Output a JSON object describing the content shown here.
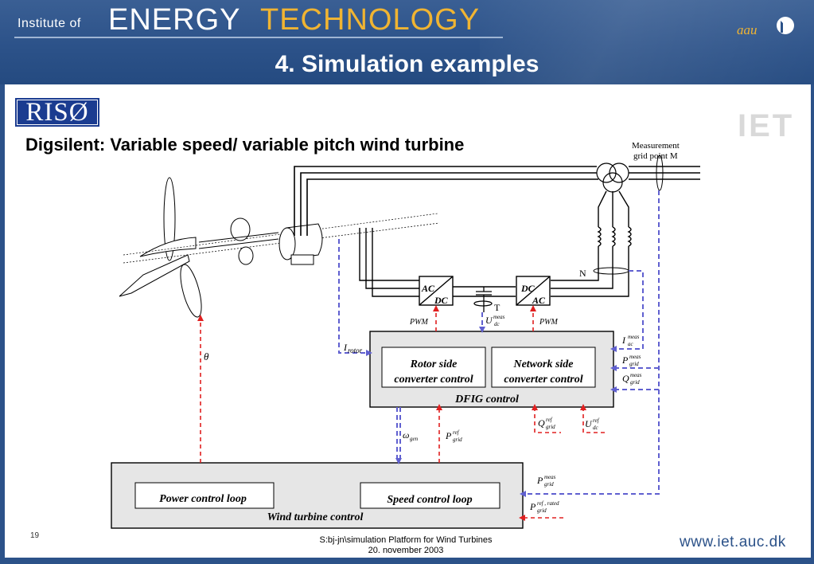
{
  "header": {
    "institute": "Institute of",
    "energy": "ENERGY",
    "technology": "TECHNOLOGY",
    "title": "4. Simulation examples",
    "aau": "aau"
  },
  "logos": {
    "riso": "RISØ",
    "iet": "IET"
  },
  "subtitle": "Digsilent: Variable speed/ variable pitch wind turbine",
  "diagram": {
    "measurement_label_1": "Measurement",
    "measurement_label_2": "grid point  M",
    "node_n": "N",
    "node_t": "T",
    "conv1_top": "AC",
    "conv1_bot": "DC",
    "conv2_top": "DC",
    "conv2_bot": "AC",
    "pwm_left": "PWM",
    "pwm_right": "PWM",
    "udc_meas": "U",
    "udc_meas_sup": "meas",
    "udc_meas_sub": "dc",
    "i_rotor": "I",
    "i_rotor_sub": "rotor",
    "theta": "θ",
    "rotor_ctrl_1": "Rotor side",
    "rotor_ctrl_2": "converter control",
    "network_ctrl_1": "Network side",
    "network_ctrl_2": "converter control",
    "dfig_ctrl": "DFIG control",
    "iac_meas": "I",
    "iac_sup": "meas",
    "iac_sub": "ac",
    "pgrid_meas": "P",
    "pgrid_meas_sup": "meas",
    "pgrid_meas_sub": "grid",
    "qgrid_meas": "Q",
    "qgrid_meas_sup": "meas",
    "qgrid_meas_sub": "grid",
    "omega_gen": "ω",
    "omega_gen_sub": "gen",
    "pgrid_ref": "P",
    "pgrid_ref_sup": "ref",
    "pgrid_ref_sub": "grid",
    "qgrid_ref": "Q",
    "qgrid_ref_sup": "ref",
    "qgrid_ref_sub": "grid",
    "udc_ref": "U",
    "udc_ref_sup": "ref",
    "udc_ref_sub": "dc",
    "power_loop": "Power control loop",
    "speed_loop": "Speed control loop",
    "wt_ctrl": "Wind turbine control",
    "pgrid_meas2": "P",
    "pgrid_meas2_sup": "meas",
    "pgrid_meas2_sub": "grid",
    "pgrid_rated": "P",
    "pgrid_rated_sup": "ref , rated",
    "pgrid_rated_sub": "grid"
  },
  "footer": {
    "slide_number": "19",
    "path": "S:bj-jn\\simulation Platform for Wind Turbines",
    "date": "20. november 2003",
    "website": "www.iet.auc.dk"
  },
  "colors": {
    "header_blue": "#2c5289",
    "accent_gold": "#f0b432",
    "signal_red": "#e02020",
    "signal_blue": "#5a5ad0"
  }
}
